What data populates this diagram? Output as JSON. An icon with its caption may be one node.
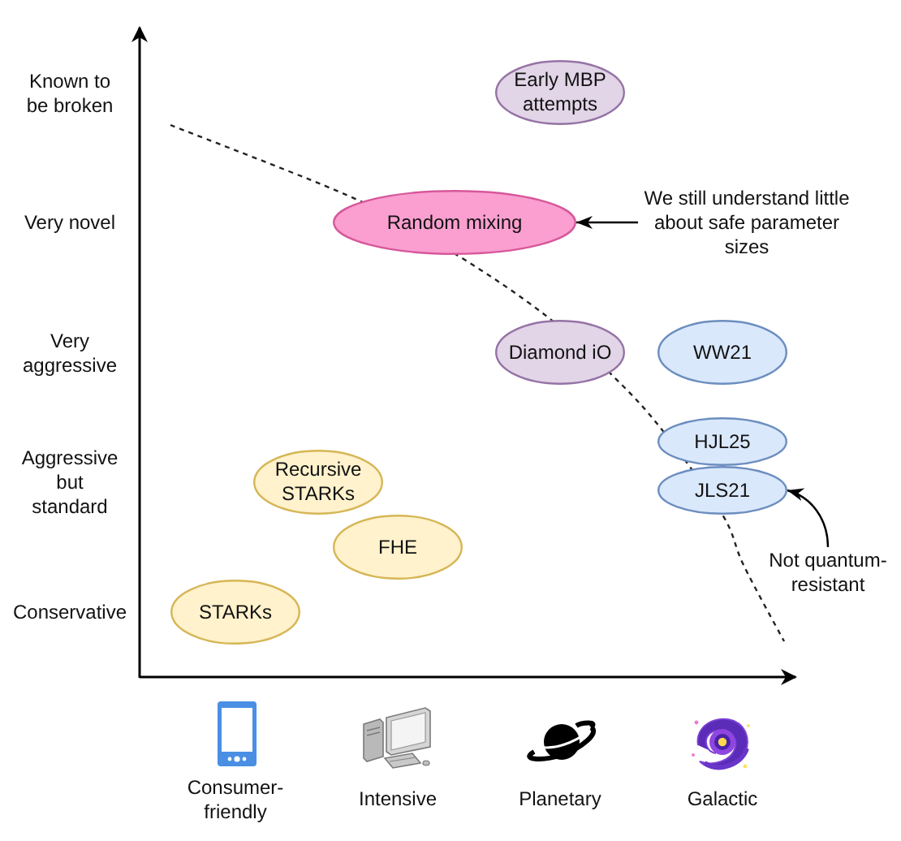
{
  "diagram": {
    "nodes": [
      {
        "text": [
          "Early MBP attempts"
        ]
      },
      {
        "text": [
          "Random mixing"
        ]
      },
      {
        "text": [
          "We still understand little about safe parameter sizes"
        ]
      },
      {
        "text": [
          "Diamond iO"
        ]
      },
      {
        "text": [
          "WW21"
        ]
      },
      {
        "text": [
          "HJL25"
        ]
      },
      {
        "text": [
          "Recursive STARKs"
        ]
      },
      {
        "text": [
          "JLS21"
        ]
      },
      {
        "text": [
          "FHE"
        ]
      },
      {
        "text": [
          "Not quantum-resistant"
        ]
      },
      {
        "text": [
          "STARKs"
        ]
      }
    ],
    "edges": [
      {
        "from": 2,
        "to": 1,
        "arrow": "to"
      },
      {
        "from": 9,
        "to": 7,
        "arrow": "to"
      }
    ],
    "labels": [
      "Known to be broken",
      "Very novel",
      "Very aggressive",
      "Aggressive but standard",
      "Conservative",
      "Consumer-friendly",
      "Intensive",
      "Planetary",
      "Galactic"
    ]
  }
}
